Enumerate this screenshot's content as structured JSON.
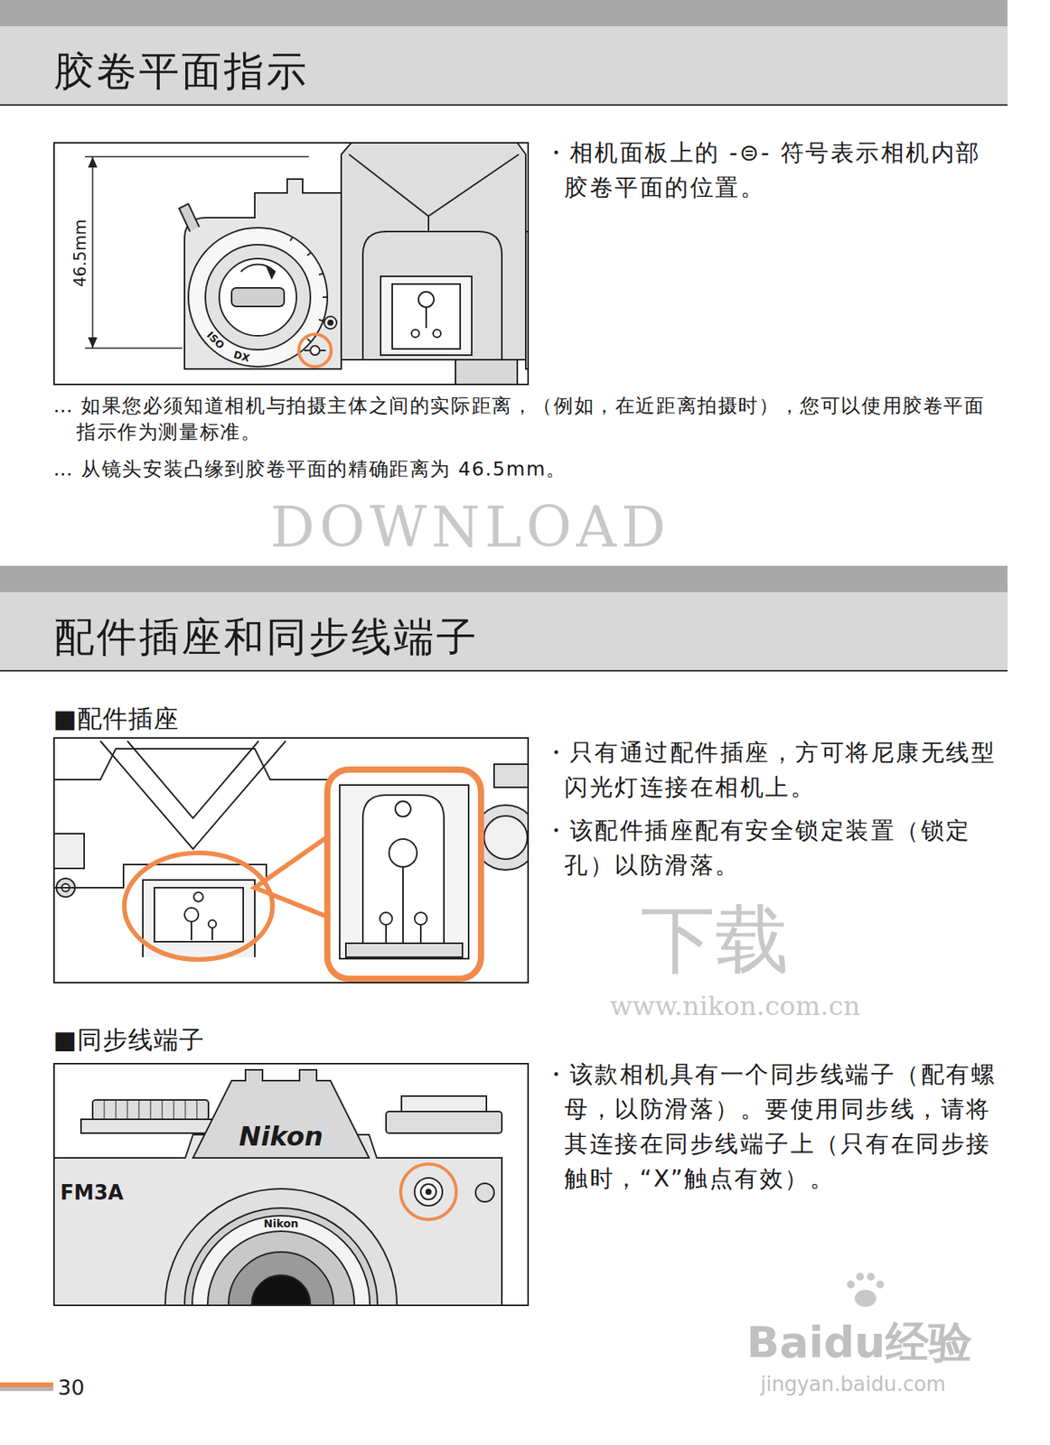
{
  "diagram": {
    "nodes": [
      {
        "text": [
          "胶卷平面指示"
        ]
      },
      {
        "text": [
          "46.5mm"
        ]
      },
      {
        "text": [
          "配件插座和同步线端子"
        ]
      },
      {
        "text": [
          "■配件插座"
        ]
      },
      {
        "text": [
          "■同步线端子"
        ]
      }
    ],
    "labels": [
      "・相机面板上的 -⊜- 符号表示相机内部胶卷平面的位置。",
      "… 如果您必须知道相机与拍摄主体之间的实际距离，（例如，在近距离拍摄时），您可以使用胶卷平面指示作为测量标准。",
      "… 从镜头安装凸缘到胶卷平面的精确距离为 46.5mm。",
      "・只有通过配件插座，方可将尼康无线型闪光灯连接在相机上。",
      "・该配件插座配有安全锁定装置（锁定孔）以防滑落。",
      "・该款相机具有一个同步线端子（配有螺母，以防滑落）。要使用同步线，请将其连接在同步线端子上（只有在同步接触时，“X”触点有效）。",
      "ISO",
      "DX",
      "Nikon",
      "FM3A",
      "Nikon",
      "30",
      "DOWNLOAD",
      "下载",
      "www.nikon.com.cn",
      "Baidu经验",
      "jingyan.baidu.com"
    ]
  }
}
